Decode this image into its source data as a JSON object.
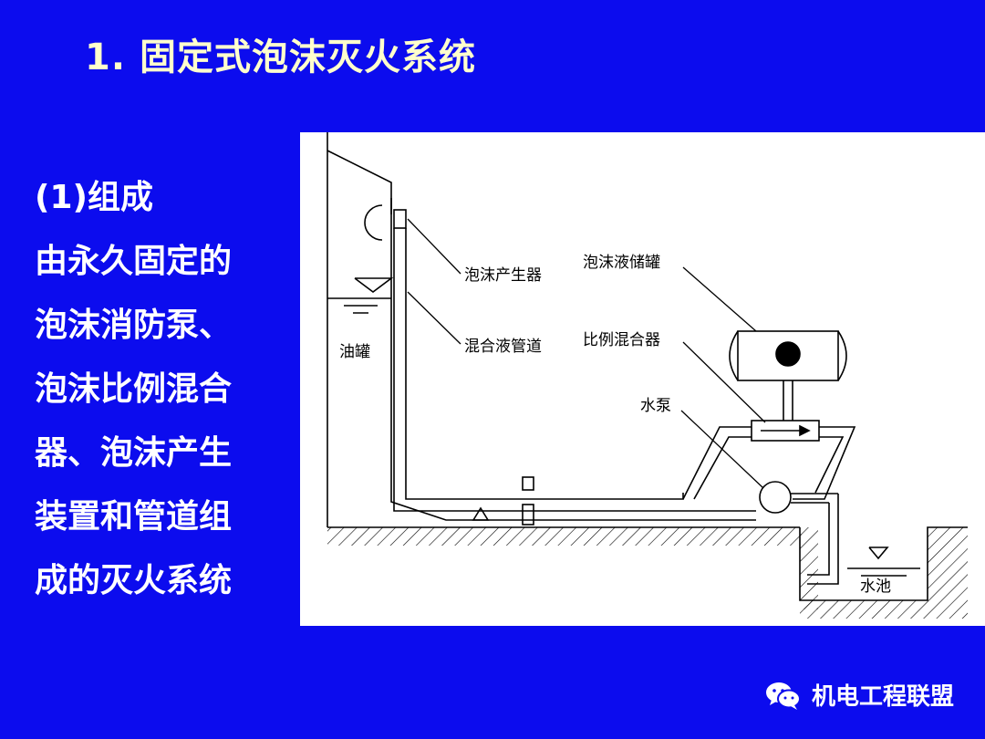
{
  "title": "1. 固定式泡沫灭火系统",
  "left_text": {
    "heading": "(1)组成",
    "lines": [
      "由永久固定的",
      "泡沫消防泵、",
      "泡沫比例混合",
      "器、泡沫产生",
      "装置和管道组",
      "成的灭火系统"
    ]
  },
  "diagram": {
    "labels": {
      "foam_generator": "泡沫产生器",
      "foam_tank": "泡沫液储罐",
      "mixed_pipe": "混合液管道",
      "proportioner": "比例混合器",
      "oil_tank": "油罐",
      "water_pump": "水泵",
      "pool": "水池"
    }
  },
  "footer": {
    "brand": "机电工程联盟",
    "icon": "wechat-icon"
  }
}
